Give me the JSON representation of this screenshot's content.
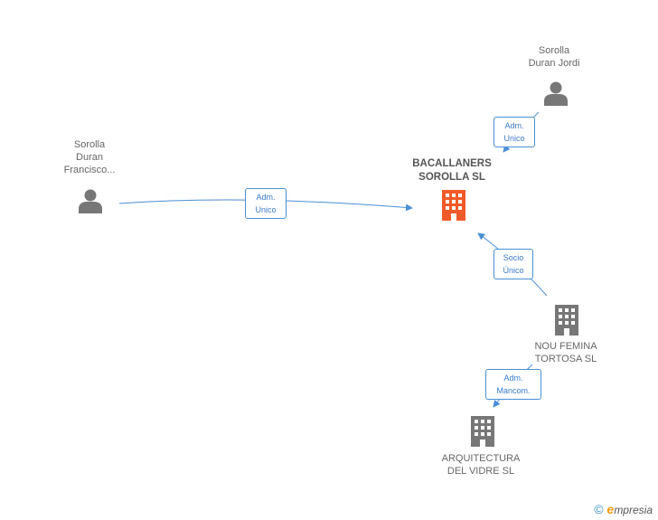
{
  "nodes": {
    "company_main": {
      "line1": "BACALLANERS",
      "line2": "SOROLLA SL",
      "color": "#f05a28"
    },
    "person_jordi": {
      "line1": "Sorolla",
      "line2": "Duran Jordi"
    },
    "person_francisco": {
      "line1": "Sorolla",
      "line2": "Duran",
      "line3": "Francisco..."
    },
    "company_nou": {
      "line1": "NOU FEMINA",
      "line2": "TORTOSA  SL"
    },
    "company_arq": {
      "line1": "ARQUITECTURA",
      "line2": "DEL VIDRE SL"
    }
  },
  "edges": {
    "jordi_main": {
      "line1": "Adm.",
      "line2": "Unico"
    },
    "francisco_main": {
      "line1": "Adm.",
      "line2": "Unico"
    },
    "nou_main": {
      "line1": "Socio",
      "line2": "Único"
    },
    "nou_arq": {
      "line1": "Adm.",
      "line2": "Mancom."
    }
  },
  "colors": {
    "edge": "#4a8fd4",
    "icon": "#777777",
    "accent": "#f05a28"
  },
  "watermark": {
    "symbol": "©",
    "brand_initial": "e",
    "brand_rest": "mpresia"
  }
}
